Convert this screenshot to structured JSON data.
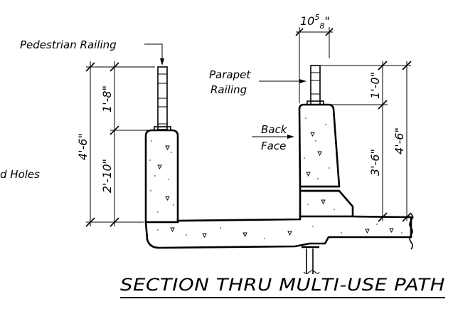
{
  "labels": {
    "pedestrian_railing": "Pedestrian Railing",
    "parapet_line1": "Parapet",
    "parapet_line2": "Railing",
    "back_line1": "Back",
    "back_line2": "Face",
    "holes_partial": "d Holes"
  },
  "dimensions": {
    "post_width_main": "10",
    "post_width_sup": "5",
    "post_width_sub": "8",
    "post_width_inch": "\"",
    "left_total": "4'-6\"",
    "left_rail": "1'-8\"",
    "left_wall": "2'-10\"",
    "right_rail": "1'-0\"",
    "right_wall": "3'-6\"",
    "right_total": "4'-6\""
  },
  "title": "SECTION THRU MULTI-USE PATH"
}
